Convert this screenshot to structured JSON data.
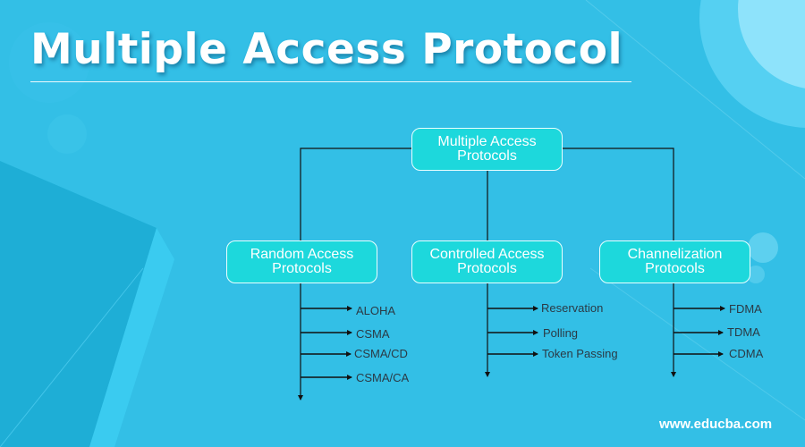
{
  "page": {
    "title": "Multiple Access Protocol",
    "footer_url": "www.educba.com"
  },
  "colors": {
    "background": "#33bfe6",
    "node_fill": "#1dd8dc",
    "node_border": "#e8ffff",
    "connector": "#111111",
    "leaf_text": "#2b3a45"
  },
  "diagram": {
    "root": {
      "line1": "Multiple Access",
      "line2": "Protocols"
    },
    "branches": [
      {
        "line1": "Random Access",
        "line2": "Protocols",
        "children": [
          "ALOHA",
          "CSMA",
          "CSMA/CD",
          "CSMA/CA"
        ]
      },
      {
        "line1": "Controlled Access",
        "line2": "Protocols",
        "children": [
          "Reservation",
          "Polling",
          "Token Passing"
        ]
      },
      {
        "line1": "Channelization",
        "line2": "Protocols",
        "children": [
          "FDMA",
          "TDMA",
          "CDMA"
        ]
      }
    ]
  }
}
